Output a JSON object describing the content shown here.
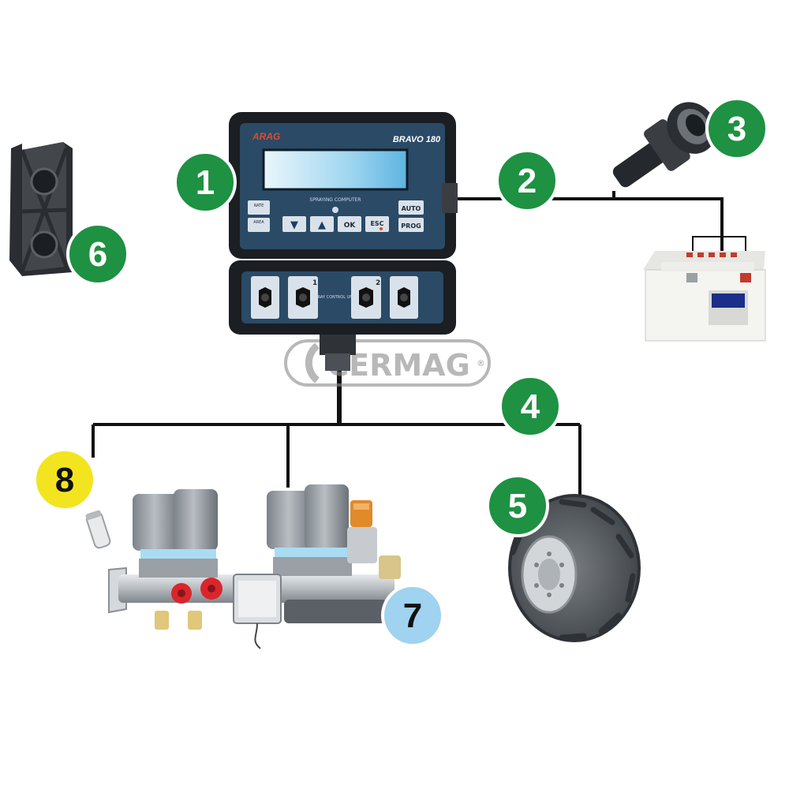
{
  "colors": {
    "badge_green": "#1e9142",
    "badge_yellow": "#f2e51f",
    "badge_blue": "#9fd3ef",
    "console_body": "#1b1e22",
    "console_face": "#2a4a66",
    "lcd": "#b9e4f6",
    "cable": "#111111",
    "watermark": "#8a8a8a"
  },
  "badges": [
    {
      "label": "1",
      "target": "spraying-computer",
      "color": "badge_green"
    },
    {
      "label": "2",
      "target": "power-cable",
      "color": "badge_green"
    },
    {
      "label": "3",
      "target": "power-socket",
      "color": "badge_green"
    },
    {
      "label": "4",
      "target": "wiring-harness",
      "color": "badge_green"
    },
    {
      "label": "5",
      "target": "wheel-speed-sensor",
      "color": "badge_green"
    },
    {
      "label": "6",
      "target": "mounting-bracket",
      "color": "badge_green"
    },
    {
      "label": "7",
      "target": "valve-assembly",
      "color": "badge_blue"
    },
    {
      "label": "8",
      "target": "flow-sensor",
      "color": "badge_yellow"
    }
  ],
  "console": {
    "brand": "ARAG",
    "model": "BRAVO 180",
    "subtitle": "SPRAYING COMPUTER",
    "keys": {
      "rate": "RATE",
      "area": "AREA",
      "down": "▼",
      "up": "▲",
      "ok": "OK",
      "esc": "ESC",
      "auto": "AUTO",
      "prog": "PROG"
    }
  },
  "control_unit": {
    "label": "SPRAY CONTROL UNIT",
    "section_1": "1",
    "section_2": "2"
  },
  "watermark": {
    "text": "CERMAG",
    "mark": "®"
  }
}
